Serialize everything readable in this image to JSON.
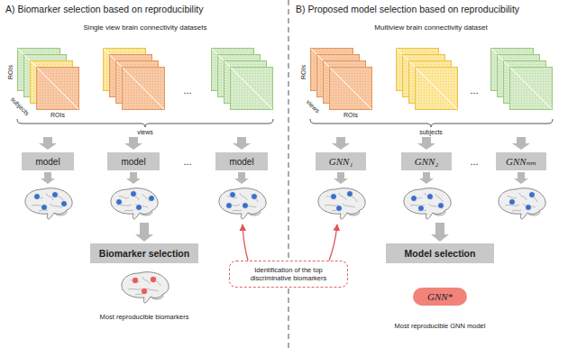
{
  "diagram": {
    "nodes": [
      {
        "text": [
          "model"
        ]
      },
      {
        "text": [
          "model"
        ]
      },
      {
        "text": [
          "model"
        ]
      },
      {
        "text": [
          "Biomarker selection"
        ]
      },
      {
        "text": [
          "GNN₁"
        ]
      },
      {
        "text": [
          "GNN₂"
        ]
      },
      {
        "text": [
          "GNNₙₘ"
        ]
      },
      {
        "text": [
          "Model selection"
        ]
      },
      {
        "text": [
          "GNN*"
        ]
      },
      {
        "text": [
          "Identification of the top discriminative biomarkers"
        ]
      }
    ],
    "labels": [
      "A) Biomarker selection based on reproducibility",
      "Single view brain connectivity datasets",
      "ROIs",
      "subjects",
      "ROIs",
      "...",
      "views",
      "...",
      "Most reproducible biomarkers",
      "B) Proposed model selection based on reproducibility",
      "Multiview brain connectivity dataset",
      "ROIs",
      "views",
      "ROIs",
      "...",
      "subjects",
      "...",
      "Most reproducible GNN model"
    ]
  }
}
